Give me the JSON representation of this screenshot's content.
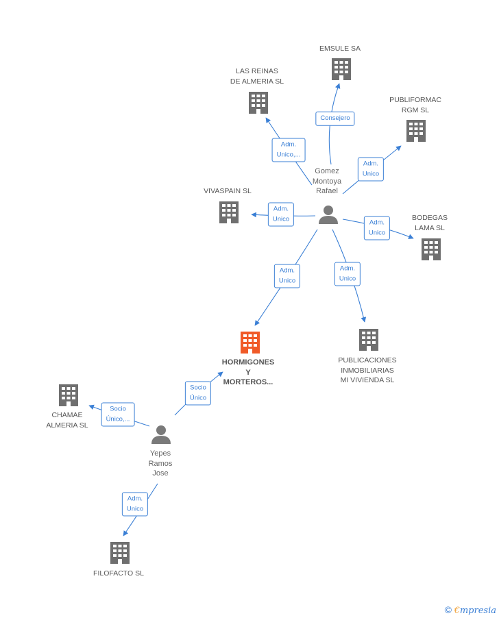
{
  "nodes": {
    "emsule": {
      "label": "EMSULE SA",
      "icon": "building-icon"
    },
    "las_reinas": {
      "label": "LAS REINAS\nDE ALMERIA SL",
      "icon": "building-icon"
    },
    "publiformac": {
      "label": "PUBLIFORMAC\nRGM SL",
      "icon": "building-icon"
    },
    "vivaspain": {
      "label": "VIVASPAIN SL",
      "icon": "building-icon"
    },
    "bodegas": {
      "label": "BODEGAS\nLAMA SL",
      "icon": "building-icon"
    },
    "hormigones": {
      "label": "HORMIGONES\nY\nMORTEROS...",
      "icon": "building-icon"
    },
    "publicaciones": {
      "label": "PUBLICACIONES\nINMOBILIARIAS\nMI VIVIENDA SL",
      "icon": "building-icon"
    },
    "chamae": {
      "label": "CHAMAE\nALMERIA  SL",
      "icon": "building-icon"
    },
    "filofacto": {
      "label": "FILOFACTO SL",
      "icon": "building-icon"
    },
    "gomez": {
      "label": "Gomez\nMontoya\nRafael",
      "icon": "person-icon"
    },
    "yepes": {
      "label": "Yepes\nRamos\nJose",
      "icon": "person-icon"
    }
  },
  "edges": {
    "gomez_emsule": "Consejero",
    "gomez_las_reinas": "Adm.\nUnico,...",
    "gomez_publiformac": "Adm.\nUnico",
    "gomez_vivaspain": "Adm.\nUnico",
    "gomez_bodegas": "Adm.\nUnico",
    "gomez_hormigones": "Adm.\nUnico",
    "gomez_publicaciones": "Adm.\nUnico",
    "yepes_hormigones": "Socio\nÚnico",
    "yepes_chamae": "Socio\nÚnico,...",
    "yepes_filofacto": "Adm.\nUnico"
  },
  "footer": {
    "copyright": "©",
    "brand_first": "€",
    "brand_rest": "mpresia"
  },
  "colors": {
    "edge": "#3a7fd5",
    "building": "#6f6f6f",
    "focus": "#f05a28",
    "person": "#7a7a7a"
  }
}
